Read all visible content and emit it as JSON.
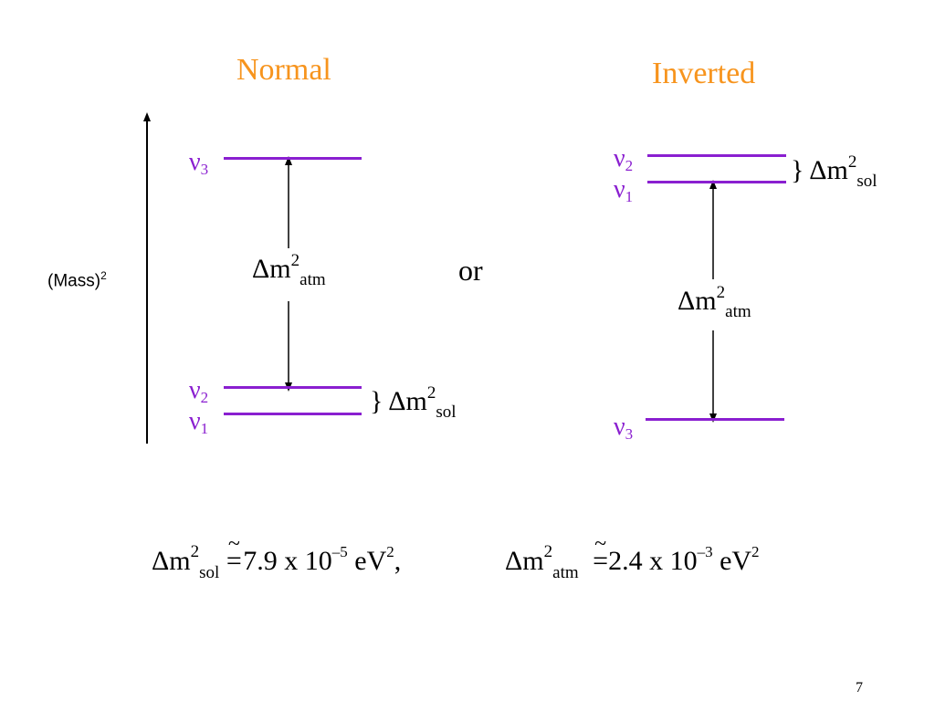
{
  "titles": {
    "normal": "Normal",
    "inverted": "Inverted"
  },
  "axis": {
    "label": "(Mass)",
    "label_sup": "2"
  },
  "states": {
    "nu_symbol": "ν",
    "nu3_sub": "3",
    "nu2_sub": "2",
    "nu1_sub": "1"
  },
  "delta_m": {
    "prefix": "Δm",
    "sup": "2",
    "sol": "sol",
    "atm": "atm",
    "brace": "}"
  },
  "or_text": "or",
  "formula": {
    "sol_part": {
      "prefix": "Δm",
      "sup": "2",
      "sub": "sol",
      "eq": "=",
      "approx_tilde": "~",
      "value": "7.9 x 10",
      "exp": "–5",
      "unit": " eV",
      "unit_sup": "2",
      "tail": ","
    },
    "atm_part": {
      "prefix": "Δm",
      "sup": "2",
      "sub": "atm",
      "eq": "=",
      "approx_tilde": "~",
      "value": "2.4 x 10",
      "exp": "–3",
      "unit": " eV",
      "unit_sup": "2"
    }
  },
  "page_number": "7",
  "colors": {
    "title": "#f7941d",
    "level": "#8a1fd0",
    "text": "#000000"
  }
}
